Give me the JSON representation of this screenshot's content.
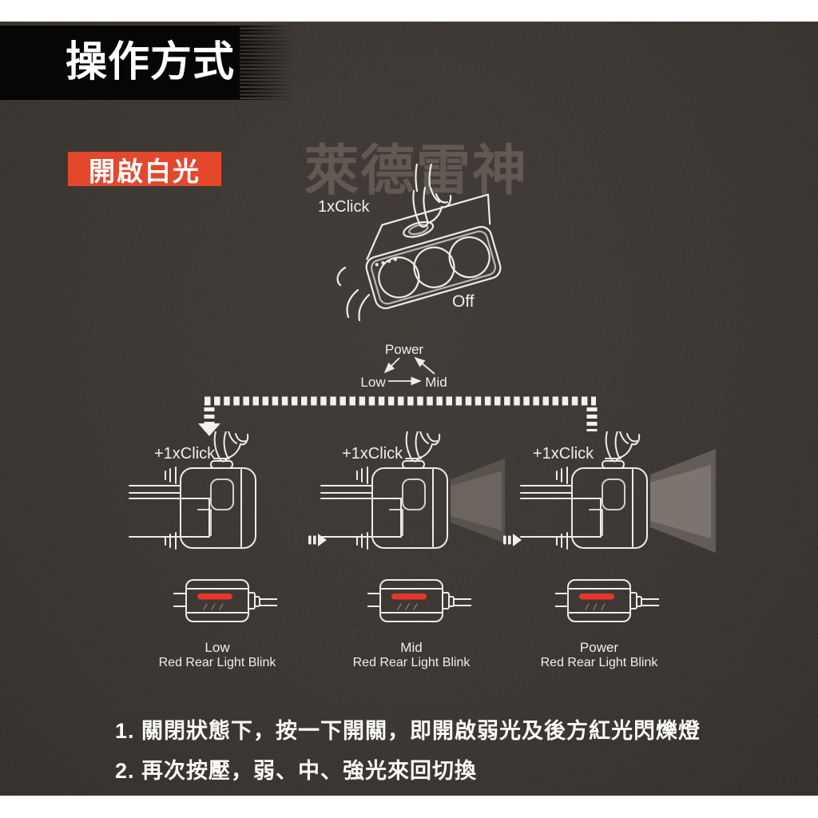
{
  "header": {
    "title": "操作方式"
  },
  "badge": {
    "label": "開啟白光"
  },
  "watermark": {
    "text": "萊德雷神"
  },
  "off_state": {
    "click_label": "1xClick",
    "state_label": "Off"
  },
  "mode_cycle": {
    "top": "Power",
    "bottom_left": "Low",
    "bottom_right": "Mid"
  },
  "steps": [
    {
      "click_label": "+1xClick",
      "mode_label": "Low",
      "rear_label": "Red Rear Light Blink"
    },
    {
      "click_label": "+1xClick",
      "mode_label": "Mid",
      "rear_label": "Red Rear Light Blink"
    },
    {
      "click_label": "+1xClick",
      "mode_label": "Power",
      "rear_label": "Red Rear Light Blink"
    }
  ],
  "instructions": [
    "1. 關閉狀態下，按一下開關，即開啟弱光及後方紅光閃爍燈",
    "2. 再次按壓，弱、中、強光來回切換"
  ],
  "colors": {
    "background": "#332e29",
    "banner_black": "#070605",
    "badge_red": "#e3472c",
    "rear_light_red": "#e6362a",
    "line_art": "#efece6",
    "watermark_gray": "#7b746c"
  }
}
